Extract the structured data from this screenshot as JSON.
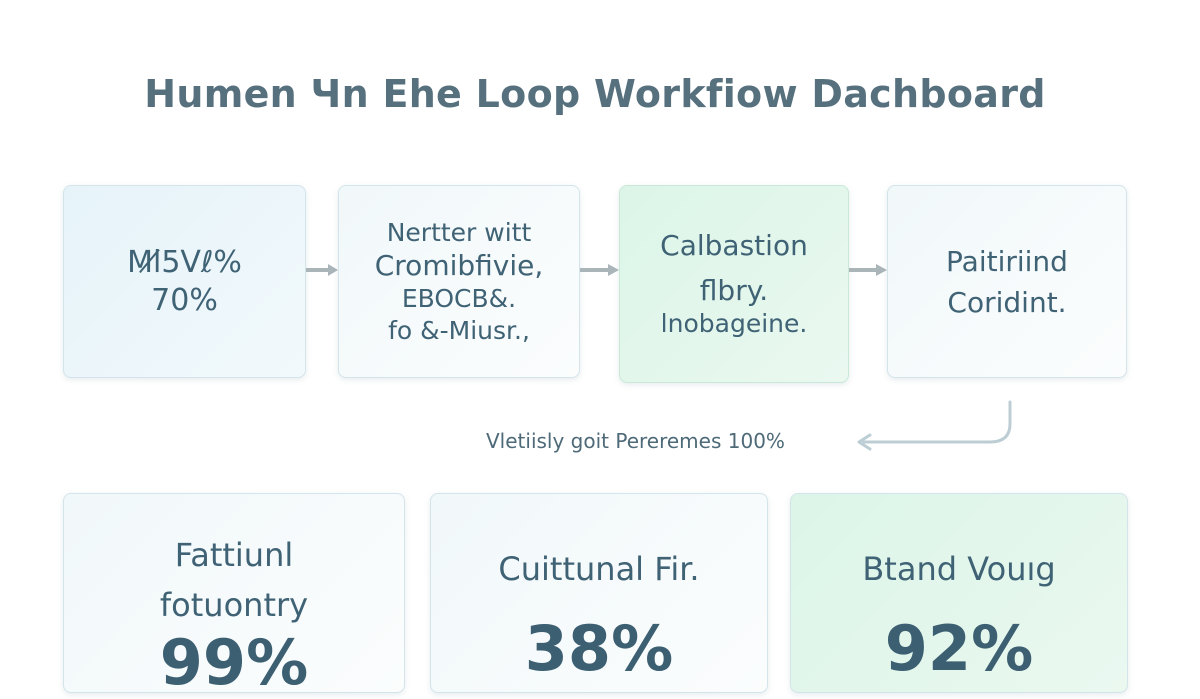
{
  "title": "Humen Чn Ehe Loop Workfiow Dachboard",
  "steps": [
    {
      "lines": [
        "Ml̸5Vℓ%",
        "70%"
      ]
    },
    {
      "lines": [
        "Nertter witt",
        "Cromibfivie,",
        "EBOCB&.",
        "fo &-Miusr.,"
      ]
    },
    {
      "lines": [
        "Calbastion",
        "flbry.",
        "lnobageine."
      ]
    },
    {
      "lines": [
        "Paitiriind",
        "Coridint."
      ]
    }
  ],
  "feedback": {
    "label": "Vletiisly goit Pereremes 100%"
  },
  "metrics": [
    {
      "label_lines": [
        "Fattiunl",
        "fotuontry"
      ],
      "value": "99%"
    },
    {
      "label_lines": [
        "Cuittunal Fir."
      ],
      "value": "38%"
    },
    {
      "label_lines": [
        "Btand Vouıg"
      ],
      "value": "92%"
    }
  ],
  "colors": {
    "title": "#56707e",
    "card_text": "#3f6275",
    "arrow": "#aab5ba",
    "feedback_arrow": "#bccdd4"
  }
}
